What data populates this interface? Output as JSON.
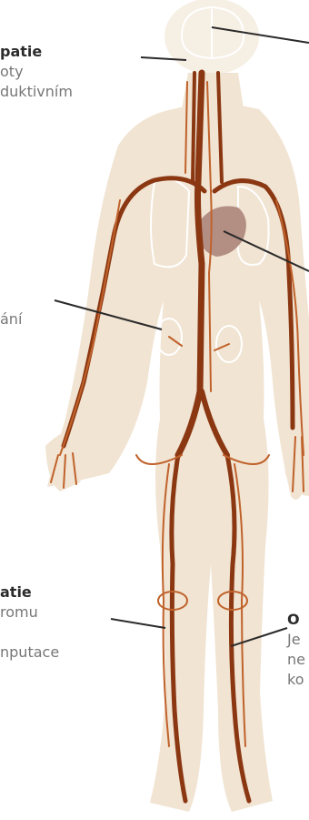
{
  "labels": [
    {
      "title": "patie",
      "lines": [
        "oty",
        "duktivním"
      ]
    },
    {
      "title": "",
      "lines": [
        "ání"
      ]
    },
    {
      "title": "atie",
      "lines": [
        "romu",
        "",
        "nputace"
      ]
    },
    {
      "title": "O",
      "lines": [
        "Je",
        "ne",
        "ko"
      ]
    }
  ],
  "colors": {
    "body": "#f1e4d2",
    "head": "#f6efe4",
    "artery": "#8a3712",
    "vessel": "#c0622b",
    "heart": "#b38e83",
    "pointer": "#2a2a2a",
    "title_text": "#2b2b2b",
    "desc_text": "#777777"
  }
}
